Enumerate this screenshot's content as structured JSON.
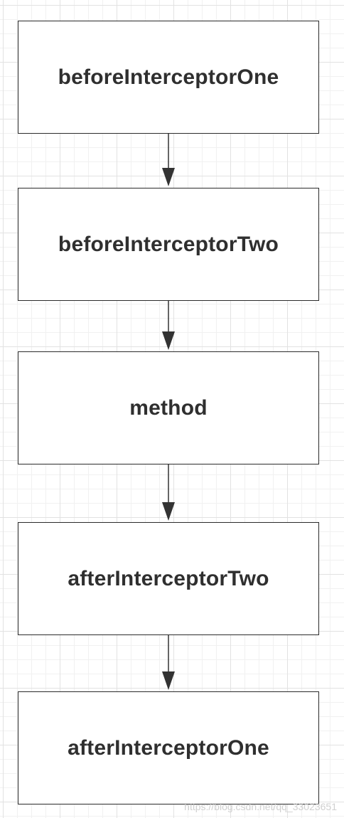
{
  "diagram": {
    "nodes": [
      {
        "id": "n1",
        "label": "beforeInterceptorOne"
      },
      {
        "id": "n2",
        "label": "beforeInterceptorTwo"
      },
      {
        "id": "n3",
        "label": "method"
      },
      {
        "id": "n4",
        "label": "afterInterceptorTwo"
      },
      {
        "id": "n5",
        "label": "afterInterceptorOne"
      }
    ],
    "edges": [
      {
        "from": "n1",
        "to": "n2"
      },
      {
        "from": "n2",
        "to": "n3"
      },
      {
        "from": "n3",
        "to": "n4"
      },
      {
        "from": "n4",
        "to": "n5"
      }
    ],
    "colors": {
      "border": "#2b2b2b",
      "text": "#2f2f2f",
      "arrow": "#333333",
      "grid": "#e2e2e2"
    }
  },
  "watermark": "https://blog.csdn.net/qq_33023651"
}
